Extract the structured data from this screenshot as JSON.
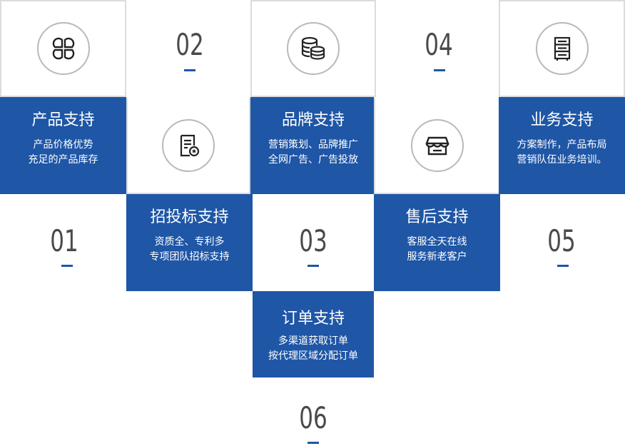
{
  "steps": [
    {
      "num": "01",
      "icon": "clover-icon",
      "title": "产品支持",
      "desc1": "产品价格优势",
      "desc2": "充足的产品库存"
    },
    {
      "num": "02",
      "icon": "document-badge-icon",
      "title": "招投标支持",
      "desc1": "资质全、专利多",
      "desc2": "专项团队招标支持"
    },
    {
      "num": "03",
      "icon": "database-icon",
      "title": "品牌支持",
      "desc1": "营销策划、品牌推广",
      "desc2": "全网广告、广告投放"
    },
    {
      "num": "04",
      "icon": "store-icon",
      "title": "售后支持",
      "desc1": "客服全天在线",
      "desc2": "服务新老客户"
    },
    {
      "num": "05",
      "icon": "server-icon",
      "title": "业务支持",
      "desc1": "方案制作，产品布局",
      "desc2": "营销队伍业务培训。"
    },
    {
      "num": "06",
      "icon": "",
      "title": "订单支持",
      "desc1": "多渠道获取订单",
      "desc2": "按代理区域分配订单"
    }
  ],
  "colors": {
    "accent": "#1f56a6",
    "border": "#dcdcdc",
    "text": "#4a4a4a"
  }
}
